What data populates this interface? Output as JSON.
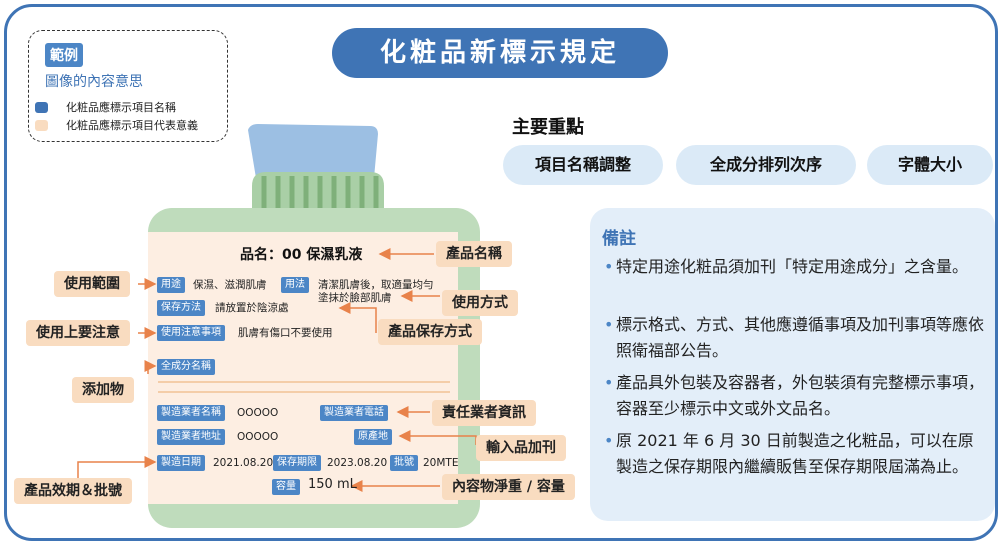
{
  "title": "化粧品新標示規定",
  "legend": {
    "heading": "範例",
    "subtitle": "圖像的內容意思",
    "items": [
      {
        "label": "化粧品應標示項目名稱",
        "color": "#3f74b5"
      },
      {
        "label": "化粧品應標示項目代表意義",
        "color": "#f9dcc0"
      }
    ]
  },
  "key_points": {
    "heading": "主要重點",
    "items": [
      "項目名稱調整",
      "全成分排列次序",
      "字體大小"
    ]
  },
  "notes": {
    "heading": "備註",
    "items": [
      "特定用途化粧品須加刊「特定用途成分」之含量。",
      "標示格式、方式、其他應遵循事項及加刊事項等應依照衛福部公告。",
      "產品具外包裝及容器者，外包裝須有完整標示事項，容器至少標示中文或外文品名。",
      "原 2021 年 6 月 30 日前製造之化粧品，可以在原製造之保存期限內繼續販售至保存期限屆滿為止。"
    ]
  },
  "label": {
    "product_name": "品名：00 保濕乳液",
    "usage_tag": "用途",
    "usage_value": "保濕、滋潤肌膚",
    "method_tag": "用法",
    "method_value_1": "清潔肌膚後，取適量均勻",
    "method_value_2": "塗抹於臉部肌膚",
    "storage_tag": "保存方法",
    "storage_value": "請放置於陰涼處",
    "caution_tag": "使用注意事項",
    "caution_value": "肌膚有傷口不要使用",
    "ingredients_tag": "全成分名稱",
    "maker_name_tag": "製造業者名稱",
    "maker_name_value": "OOOOO",
    "maker_phone_tag": "製造業者電話",
    "maker_addr_tag": "製造業者地址",
    "maker_addr_value": "OOOOO",
    "origin_tag": "原產地",
    "mfg_date_tag": "製造日期",
    "mfg_date_value": "2021.08.20",
    "expiry_tag": "保存期限",
    "expiry_value": "2023.08.20",
    "batch_tag": "批號",
    "batch_value": "20MTE",
    "volume_tag": "容量",
    "volume_value": "150 mL"
  },
  "callouts": {
    "product_name": "產品名稱",
    "usage_scope": "使用範圍",
    "usage_method": "使用方式",
    "storage_method": "產品保存方式",
    "caution": "使用上要注意",
    "additives": "添加物",
    "responsible": "責任業者資訊",
    "import_label": "輸入品加刊",
    "expiry_batch": "產品效期＆批號",
    "net_content": "內容物淨重 / 容量"
  }
}
